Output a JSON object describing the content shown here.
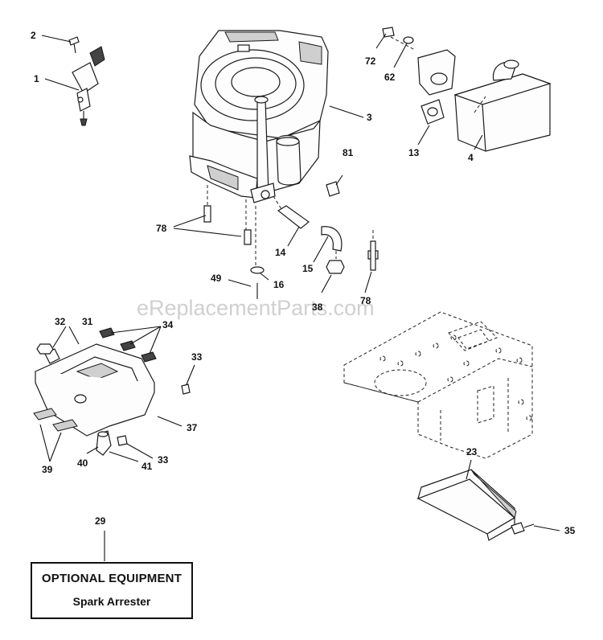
{
  "watermark": "eReplacementParts.com",
  "optional_equipment": {
    "title": "OPTIONAL EQUIPMENT",
    "item": "Spark Arrester"
  },
  "callouts": {
    "c1": "1",
    "c2": "2",
    "c3": "3",
    "c4": "4",
    "c13": "13",
    "c14": "14",
    "c15": "15",
    "c16": "16",
    "c23": "23",
    "c29": "29",
    "c31": "31",
    "c32": "32",
    "c33a": "33",
    "c33b": "33",
    "c34": "34",
    "c35": "35",
    "c37": "37",
    "c38": "38",
    "c39": "39",
    "c40": "40",
    "c41": "41",
    "c49": "49",
    "c62": "62",
    "c72": "72",
    "c78a": "78",
    "c78b": "78",
    "c81": "81"
  }
}
